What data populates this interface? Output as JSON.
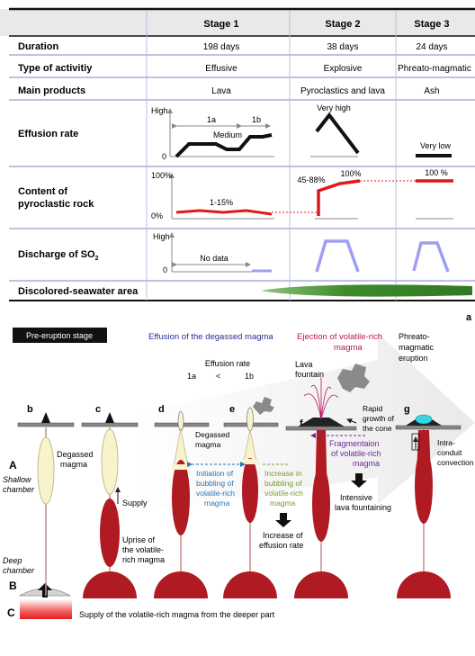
{
  "table": {
    "headers": [
      "Stage 1",
      "Stage 2",
      "Stage 3"
    ],
    "rows": [
      {
        "label": "Duration",
        "values": [
          "198 days",
          "38 days",
          "24 days"
        ]
      },
      {
        "label": "Type of activitiy",
        "values": [
          "Effusive",
          "Explosive",
          "Phreato-magmatic"
        ]
      },
      {
        "label": "Main products",
        "values": [
          "Lava",
          "Pyroclastics and lava",
          "Ash"
        ]
      },
      {
        "label": "Effusion rate"
      },
      {
        "label_lines": [
          "Content of",
          "pyroclastic rock"
        ]
      },
      {
        "label": "Discharge of SO",
        "sub": "2"
      },
      {
        "label": "Discolored-seawater area"
      }
    ]
  },
  "mini_charts": {
    "effusion": {
      "high": "High",
      "zero": "0",
      "sub_1a": "1a",
      "sub_1b": "1b",
      "medium": "Medium",
      "very_high": "Very high",
      "very_low": "Very low"
    },
    "pyroclastic": {
      "top": "100%",
      "bottom": "0%",
      "stage1": "1-15%",
      "stage2_start": "45-88%",
      "stage2_end": "100%",
      "stage3": "100 %"
    },
    "so2": {
      "high": "High",
      "zero": "0",
      "no_data": "No data"
    }
  },
  "colors": {
    "magma": "#b01a22",
    "lava_line": "#e01818",
    "so2": "#9f9ff2",
    "seawater": "#3f8a2c",
    "degassed": "#f7f3cd",
    "header_line": "#111111"
  },
  "diagram": {
    "corner_label": "a",
    "stage_banner": "Pre-eruption stage",
    "headings": {
      "effusion": "Effusion of the degassed magma",
      "ejection_lines": [
        "Ejection  of volatile-rich",
        "magma"
      ],
      "phreato_lines": [
        "Phreato-",
        "magmatic",
        "eruption"
      ]
    },
    "effusion_rate": {
      "label": "Effusion rate",
      "a": "1a",
      "lt": "<",
      "b": "1b"
    },
    "panels": [
      "b",
      "c",
      "d",
      "e",
      "f",
      "g"
    ],
    "depth_labels": {
      "A": "A",
      "shallow": [
        "Shallow",
        "chamber"
      ],
      "deep": [
        "Deep",
        "chamber"
      ],
      "B": "B",
      "C": "C"
    },
    "notes": {
      "degassed_c": [
        "Degassed",
        "magma"
      ],
      "supply": "Supply",
      "uprise": [
        "Uprise of",
        "the volatile-",
        "rich magma"
      ],
      "degassed_e": [
        "Degassed",
        "magma"
      ],
      "initiation": [
        "Initiation of",
        "bubbling of",
        "volatile-rich",
        "magma"
      ],
      "increase_bubbling": [
        "Increase in",
        "bubbling of",
        "volatile-rich",
        "magma"
      ],
      "increase_rate": [
        "Increase of",
        "effusion rate"
      ],
      "lava_fountain": [
        "Lava",
        "fountain"
      ],
      "rapid_growth": [
        "Rapid",
        "growth of",
        "the cone"
      ],
      "fragmentation": [
        "Fragmentaion",
        "of volatile-rich",
        "magma"
      ],
      "intensive": [
        "Intensive",
        "lava fountaining"
      ],
      "intra": [
        "Intra-",
        "conduit",
        "convection"
      ],
      "supply_deep": "Supply of the volatile-rich magma from the deeper part"
    }
  }
}
